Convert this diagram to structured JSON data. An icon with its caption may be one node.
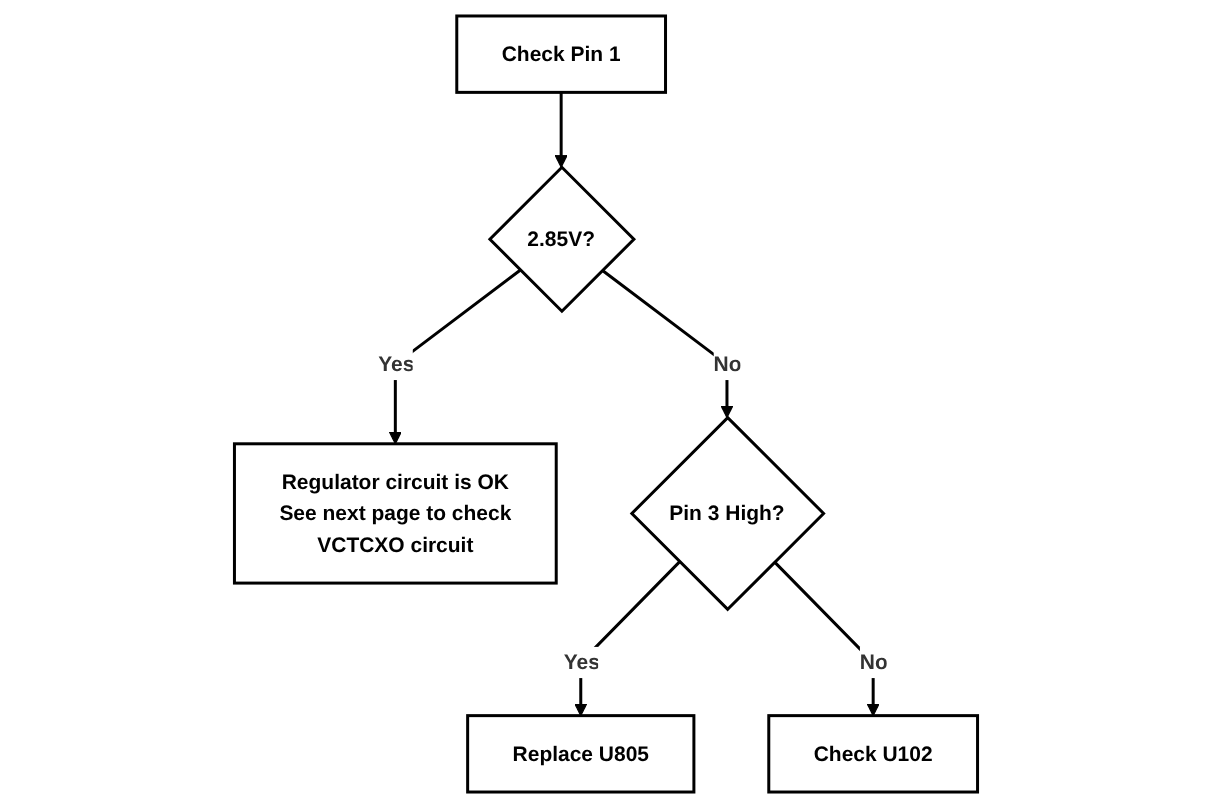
{
  "diagram": {
    "nodes": [
      {
        "text": [
          "Check Pin 1"
        ]
      },
      {
        "text": [
          "2.85V?"
        ]
      },
      {
        "text": [
          "Regulator circuit is OK See next page to check VCTCXO circuit"
        ]
      },
      {
        "text": [
          "Pin 3 High?"
        ]
      },
      {
        "text": [
          "Replace U805"
        ]
      },
      {
        "text": [
          "Check U102"
        ]
      }
    ],
    "edges": [
      {
        "from": 0,
        "to": 1,
        "arrow": "to"
      },
      {
        "from": 1,
        "to": 2,
        "label": "Yes",
        "arrow": "to"
      },
      {
        "from": 1,
        "to": 3,
        "label": "No",
        "arrow": "to"
      },
      {
        "from": 3,
        "to": 4,
        "label": "Yes",
        "arrow": "to"
      },
      {
        "from": 3,
        "to": 5,
        "label": "No",
        "arrow": "to"
      }
    ]
  }
}
